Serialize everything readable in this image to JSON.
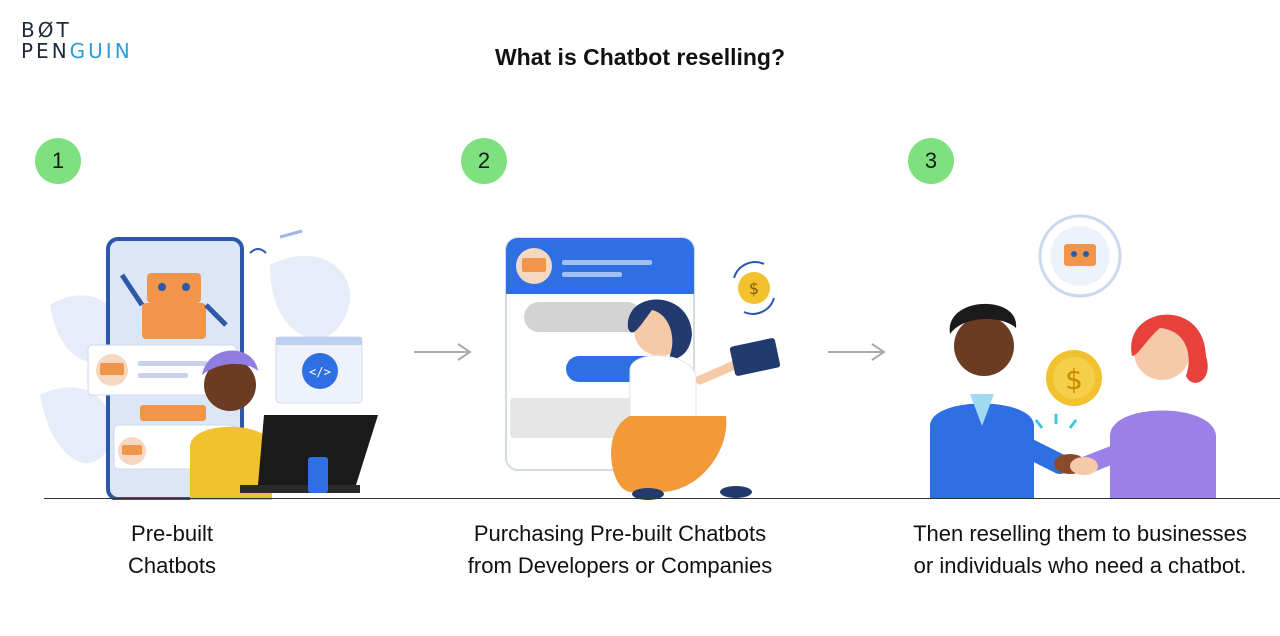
{
  "logo": {
    "line1": "BØT",
    "line2_dark": "PEN",
    "line2_blue": "GUIN"
  },
  "title": "What is Chatbot reselling?",
  "steps": [
    {
      "number": "1",
      "caption_line1": "Pre-built",
      "caption_line2": "Chatbots"
    },
    {
      "number": "2",
      "caption_line1": "Purchasing Pre-built Chatbots",
      "caption_line2": "from Developers or Companies"
    },
    {
      "number": "3",
      "caption_line1": "Then reselling them to businesses",
      "caption_line2": "or individuals who need a chatbot."
    }
  ],
  "icons": {
    "step1": "developer-with-robot-illustration",
    "step2": "woman-buying-chatbot-illustration",
    "step3": "handshake-reselling-illustration",
    "arrows": "right-arrow-icon",
    "coin": "dollar-coin-icon"
  },
  "colors": {
    "badge": "#7ee07f",
    "brand_blue": "#2f9bd6",
    "robot_orange": "#f0954a",
    "chat_blue": "#2f6fe4"
  }
}
